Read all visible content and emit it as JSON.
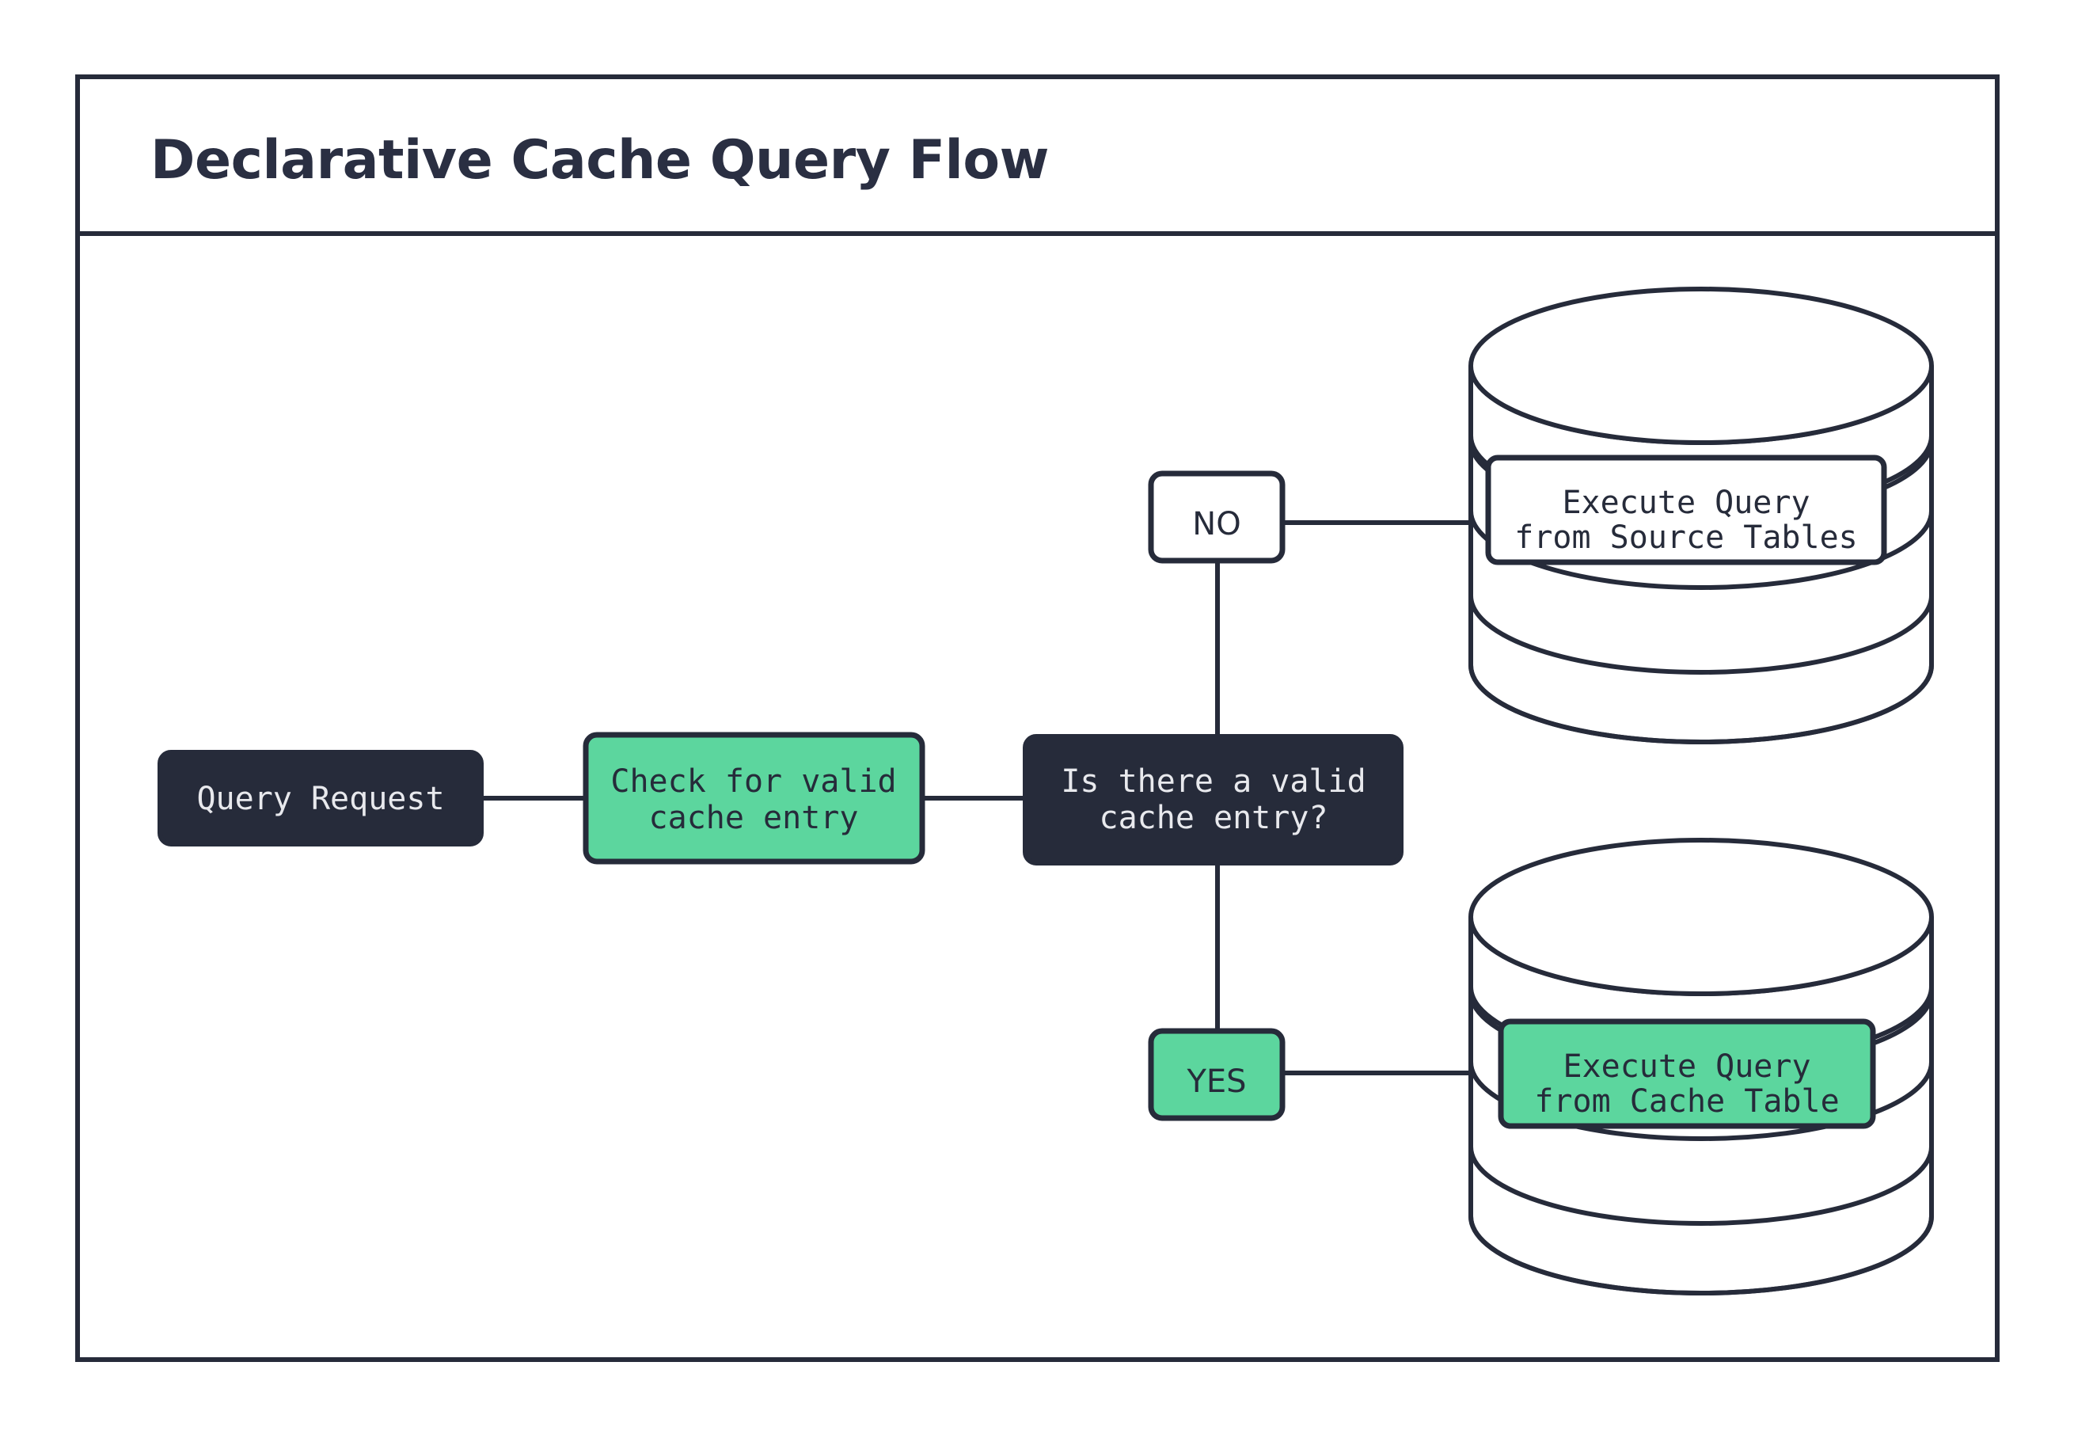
{
  "frame": {
    "title": "Declarative Cache Query Flow",
    "border_color": "#262B3A",
    "background": "#ffffff"
  },
  "palette": {
    "dark": "#262B3A",
    "green": "#5CD69E",
    "white": "#ffffff",
    "text_light": "#E8E9ED"
  },
  "nodes": {
    "query_request": {
      "label": "Query Request",
      "style": "dark"
    },
    "check_cache": {
      "line1": "Check for valid",
      "line2": "cache entry",
      "style": "green"
    },
    "decision": {
      "line1": "Is there a valid",
      "line2": "cache entry?",
      "style": "dark"
    },
    "execute_source": {
      "line1": "Execute Query",
      "line2": "from Source Tables",
      "style": "white"
    },
    "execute_cache": {
      "line1": "Execute Query",
      "line2": "from Cache Table",
      "style": "green"
    }
  },
  "edge_labels": {
    "no": "NO",
    "yes": "YES"
  },
  "databases": {
    "source_tables": {
      "name": "source-tables-database",
      "disks": 3
    },
    "cache_table": {
      "name": "cache-table-database",
      "disks": 3
    }
  }
}
